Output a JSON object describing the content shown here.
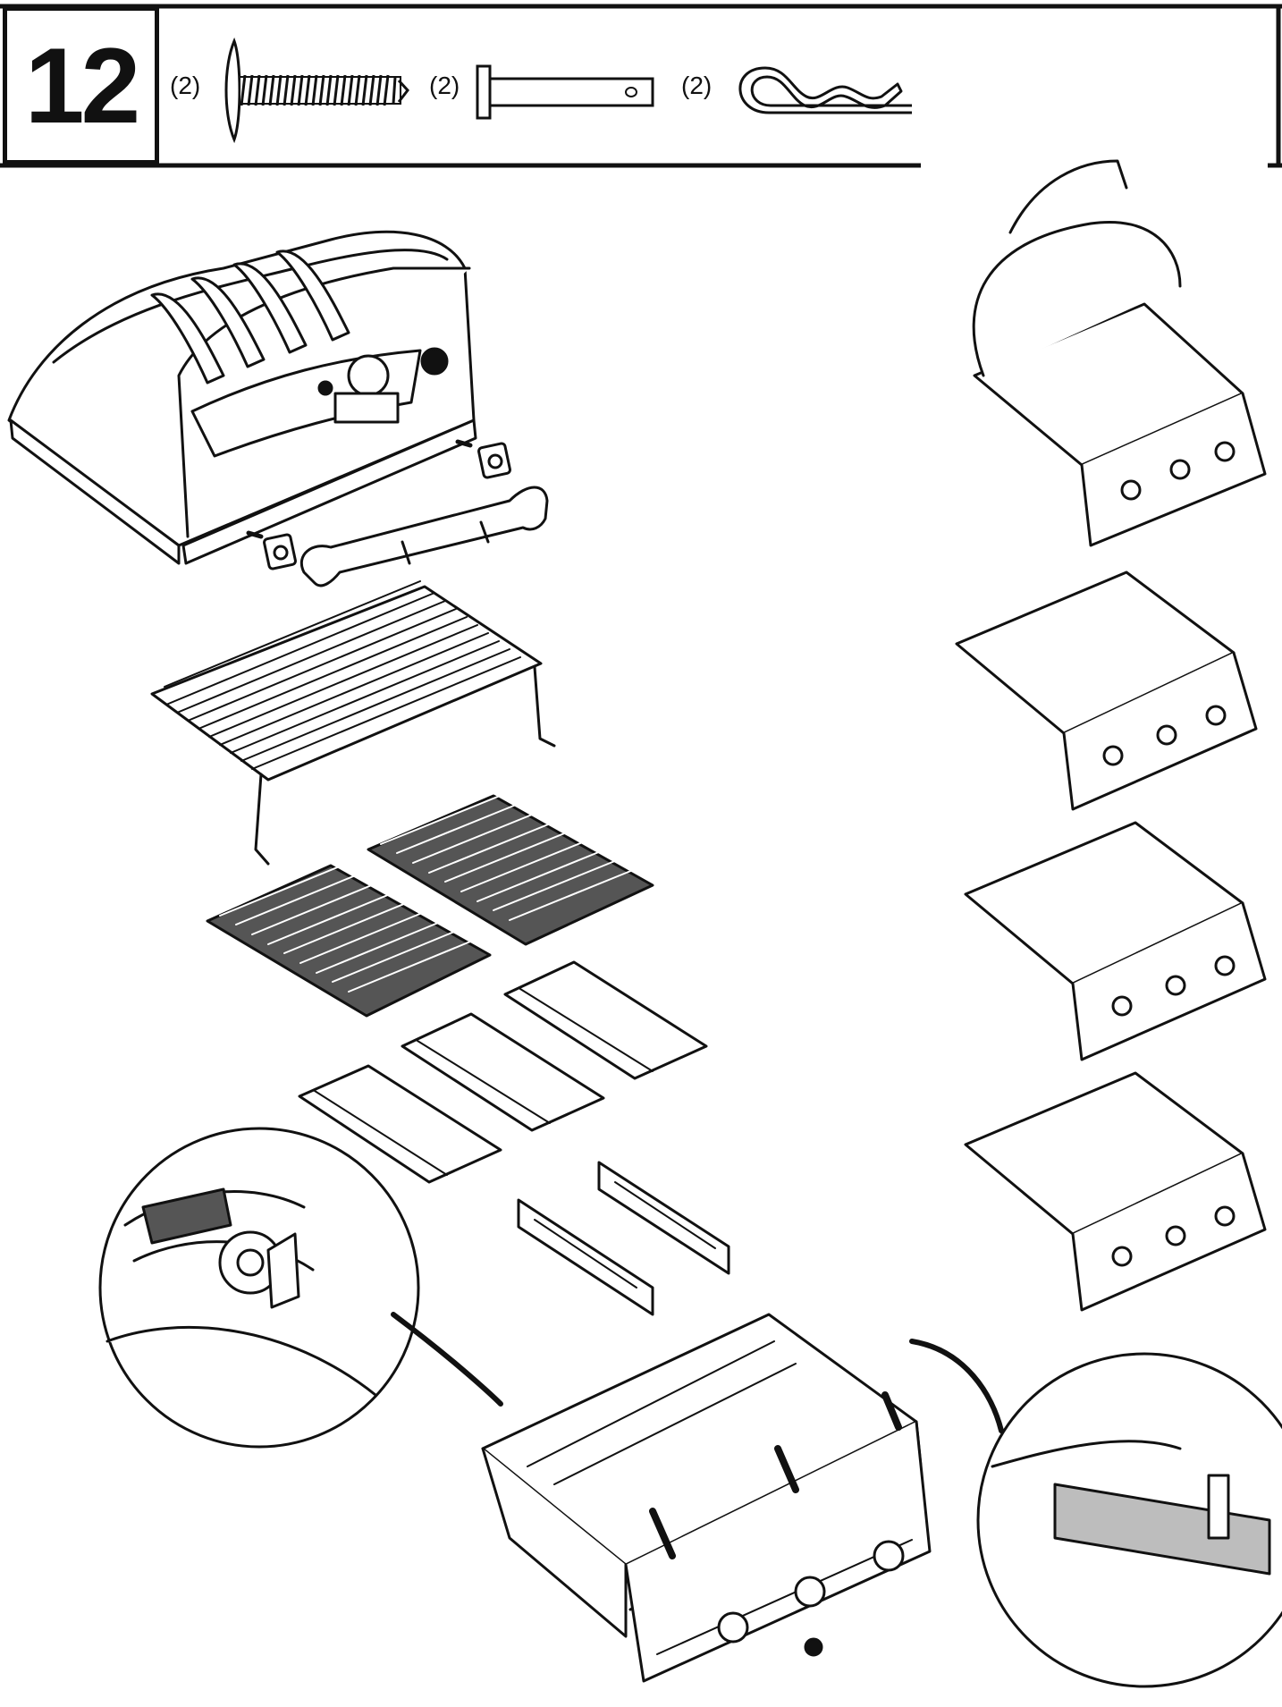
{
  "step": {
    "number": "12"
  },
  "hardware": [
    {
      "qty": "(2)",
      "icon": "screw-icon"
    },
    {
      "qty": "(2)",
      "icon": "pin-icon"
    },
    {
      "qty": "(2)",
      "icon": "hairpin-clip-icon"
    }
  ],
  "colors": {
    "ink": "#111111",
    "paper": "#ffffff",
    "shade": "#bdbdbd"
  }
}
